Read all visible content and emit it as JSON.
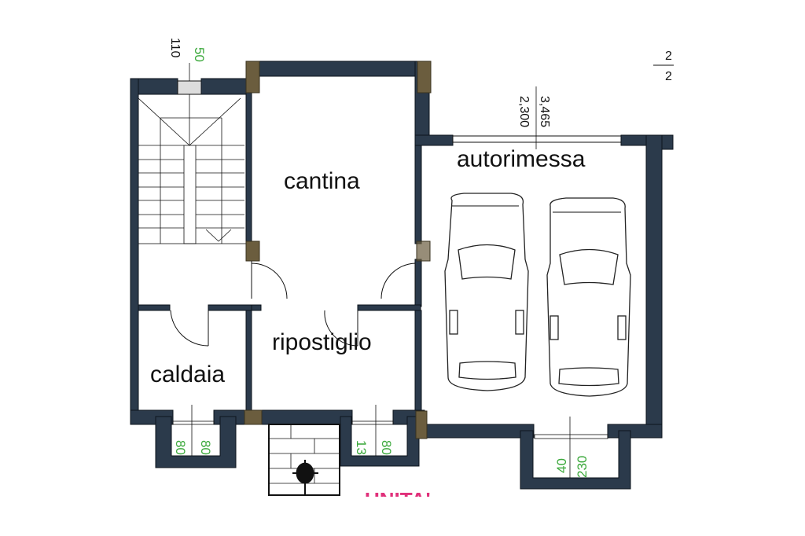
{
  "rooms": {
    "cantina": "cantina",
    "autorimessa": "autorimessa",
    "ripostiglio": "ripostiglio",
    "caldaia": "caldaia"
  },
  "dimensions": {
    "stair_window_height": "110",
    "stair_window_width": "50",
    "garage_opening_a": "2,300",
    "garage_opening_b": "3,465",
    "caldaia_win_a": "80",
    "caldaia_win_b": "80",
    "rip_win_a": "13",
    "rip_win_b": "80",
    "garage_win_a": "40",
    "garage_win_b": "230"
  },
  "sheet_number": {
    "top": "2",
    "bottom": "2"
  },
  "partial_label": "UNITA'",
  "colors": {
    "wall": "#2b3a4b",
    "column": "#6b5d3e",
    "dimension": "#3aa83a",
    "label": "#e0307a"
  }
}
